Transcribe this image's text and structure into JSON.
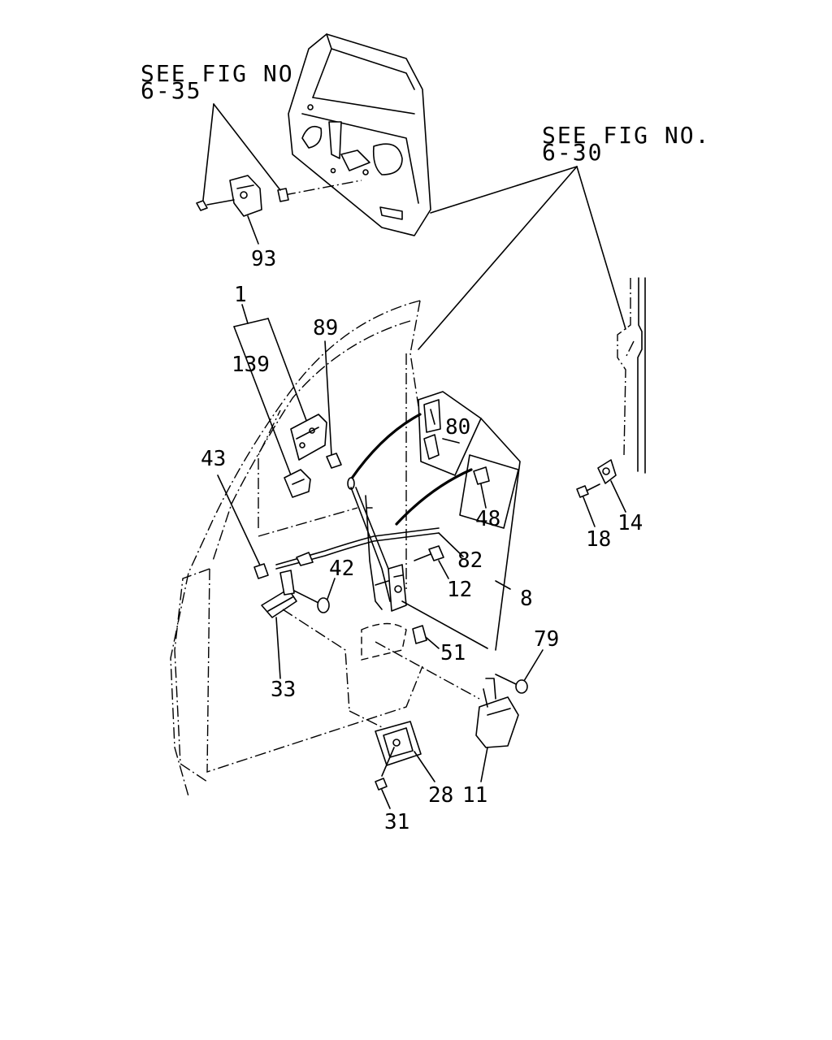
{
  "references": {
    "upper_left_line1": "SEE FIG NO.",
    "upper_left_line2": "6-35",
    "upper_right_line1": "SEE FIG NO.",
    "upper_right_line2": "6-30"
  },
  "callouts": {
    "p93": "93",
    "p1": "1",
    "p89": "89",
    "p139": "139",
    "p80": "80",
    "p43": "43",
    "p48": "48",
    "p42": "42",
    "p82": "82",
    "p12": "12",
    "p8": "8",
    "p14": "14",
    "p18": "18",
    "p33": "33",
    "p51": "51",
    "p79": "79",
    "p28": "28",
    "p11": "11",
    "p31": "31"
  }
}
